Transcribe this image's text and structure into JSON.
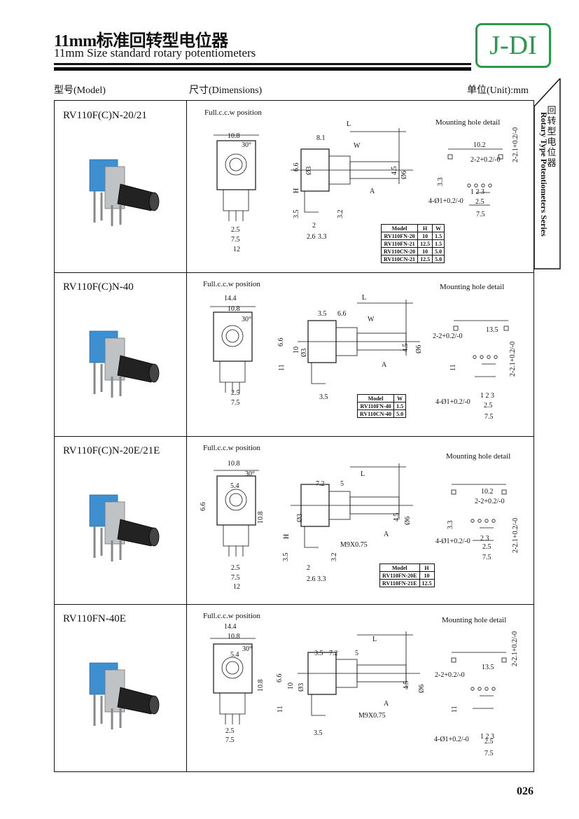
{
  "header": {
    "title_cn": "11mm标准回转型电位器",
    "title_en": "11mm Size  standard  rotary  potentiometers",
    "logo": "J-DI"
  },
  "columns": {
    "model": "型号(Model)",
    "dimensions": "尺寸(Dimensions)",
    "unit": "单位(Unit):mm"
  },
  "side_tab": {
    "cn": "回转型电位器",
    "en": "Rotary Type Potentiometers Series"
  },
  "page_number": "026",
  "rows": [
    {
      "model": "RV110F(C)N-20/21",
      "position_label": "Full.c.c.w position",
      "mounting_label": "Mounting hole detail",
      "dims": {
        "w108": "10.8",
        "ang": "30°",
        "h66": "6.6",
        "H": "H",
        "h35": "3.5",
        "p25": "2.5",
        "p75": "7.5",
        "p12": "12",
        "L": "L",
        "d81": "8.1",
        "W": "W",
        "d3": "Ø3",
        "d45": "4.5",
        "d6": "Ø6",
        "A": "A",
        "d32": "3.2",
        "d2": "2",
        "d26": "2.6",
        "d33": "3.3",
        "m102": "10.2",
        "m22": "2-2+0.2/-0",
        "m221": "2-2.1+0.2/-0",
        "m33": "3.3",
        "m123": "1  2  3",
        "m25": "2.5",
        "m41": "4-Ø1+0.2/-0",
        "m75": "7.5"
      },
      "table": {
        "headers": [
          "Model",
          "H",
          "W"
        ],
        "rows": [
          [
            "RV110FN-20",
            "10",
            "1.5"
          ],
          [
            "RV110FN-21",
            "12.5",
            "1.5"
          ],
          [
            "RV110CN-20",
            "10",
            "5.0"
          ],
          [
            "RV110CN-21",
            "12.5",
            "5.0"
          ]
        ]
      }
    },
    {
      "model": "RV110F(C)N-40",
      "position_label": "Full.c.c.w position",
      "mounting_label": "Mounting hole detail",
      "dims": {
        "w144": "14.4",
        "w108": "10.8",
        "ang": "30°",
        "h66": "6.6",
        "h10": "10",
        "d3": "Ø3",
        "h11": "11",
        "p25": "2.5",
        "p75": "7.5",
        "d35a": "3.5",
        "d66": "6.6",
        "L": "L",
        "W": "W",
        "d45": "4.5",
        "d6": "Ø6",
        "A": "A",
        "d35b": "3.5",
        "m135": "13.5",
        "m22": "2-2+0.2/-0",
        "m11": "11",
        "m221": "2-2.1+0.2/-0",
        "m123": "1  2  3",
        "m25": "2.5",
        "m41": "4-Ø1+0.2/-0",
        "m75": "7.5"
      },
      "table": {
        "headers": [
          "Model",
          "W"
        ],
        "rows": [
          [
            "RV110FN-40",
            "1.5"
          ],
          [
            "RV110CN-40",
            "5.0"
          ]
        ]
      }
    },
    {
      "model": "RV110F(C)N-20E/21E",
      "position_label": "Full.c.c.w position",
      "mounting_label": "Mounting hole detail",
      "dims": {
        "w108": "10.8",
        "w54": "5.4",
        "ang": "30°",
        "h66": "6.6",
        "h108": "10.8",
        "p25": "2.5",
        "p75": "7.5",
        "p12": "12",
        "d72": "7.2",
        "d5": "5",
        "L": "L",
        "d3": "Ø3",
        "H": "H",
        "d45": "4.5",
        "d6": "Ø6",
        "A": "A",
        "thread": "M9X0.75",
        "h35": "3.5",
        "d32": "3.2",
        "d2": "2",
        "d26": "2.6",
        "d33": "3.3",
        "m102": "10.2",
        "m22": "2-2+0.2/-0",
        "m33": "3.3",
        "m23": "2  3",
        "m25": "2.5",
        "m41": "4-Ø1+0.2/-0",
        "m221": "2-2.1+0.2/-0",
        "m75": "7.5"
      },
      "table": {
        "headers": [
          "Model",
          "H"
        ],
        "rows": [
          [
            "RV110FN-20E",
            "10"
          ],
          [
            "RV110FN-21E",
            "12.5"
          ]
        ]
      }
    },
    {
      "model": "RV110FN-40E",
      "position_label": "Full.c.c.w position",
      "mounting_label": "Mounting hole detail",
      "dims": {
        "w144": "14.4",
        "w108": "10.8",
        "w54": "5.4",
        "ang": "30°",
        "h66": "6.6",
        "h10": "10",
        "d3": "Ø3",
        "h11": "11",
        "h108": "10.8",
        "p25": "2.5",
        "p75": "7.5",
        "d35a": "3.5",
        "d72": "7.2",
        "d5": "5",
        "L": "L",
        "d45": "4.5",
        "d6": "Ø6",
        "A": "A",
        "thread": "M9X0.75",
        "d35b": "3.5",
        "m135": "13.5",
        "m22": "2-2+0.2/-0",
        "m221": "2-2.1+0.2/-0",
        "m11": "11",
        "m123": "1  2  3",
        "m25": "2.5",
        "m41": "4-Ø1+0.2/-0",
        "m75": "7.5"
      }
    }
  ]
}
